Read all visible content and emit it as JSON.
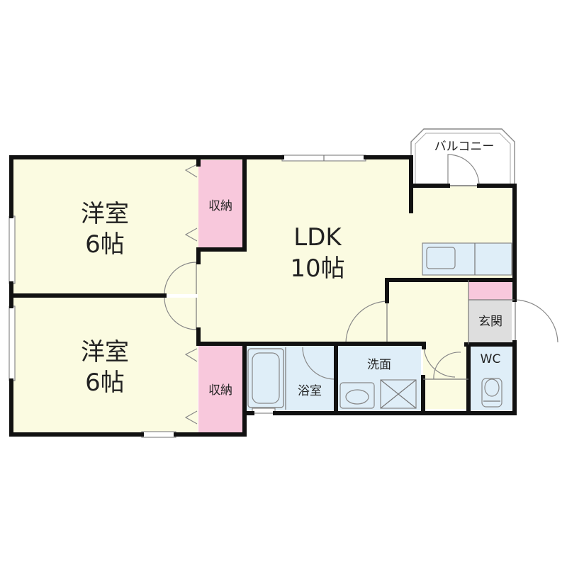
{
  "rooms": {
    "western_room_1": {
      "name": "洋室",
      "size": "6帖"
    },
    "western_room_2": {
      "name": "洋室",
      "size": "6帖"
    },
    "ldk": {
      "name": "LDK",
      "size": "10帖"
    },
    "storage_1": "収納",
    "storage_2": "収納",
    "balcony": "バルコニー",
    "entrance": "玄関",
    "bathroom": "浴室",
    "washroom": "洗面",
    "toilet": "WC"
  },
  "colors": {
    "room_fill": "#fbfbe1",
    "storage_fill": "#f8c8dc",
    "wet_fill": "#dfeef8",
    "wall": "#111111",
    "background": "#ffffff"
  }
}
